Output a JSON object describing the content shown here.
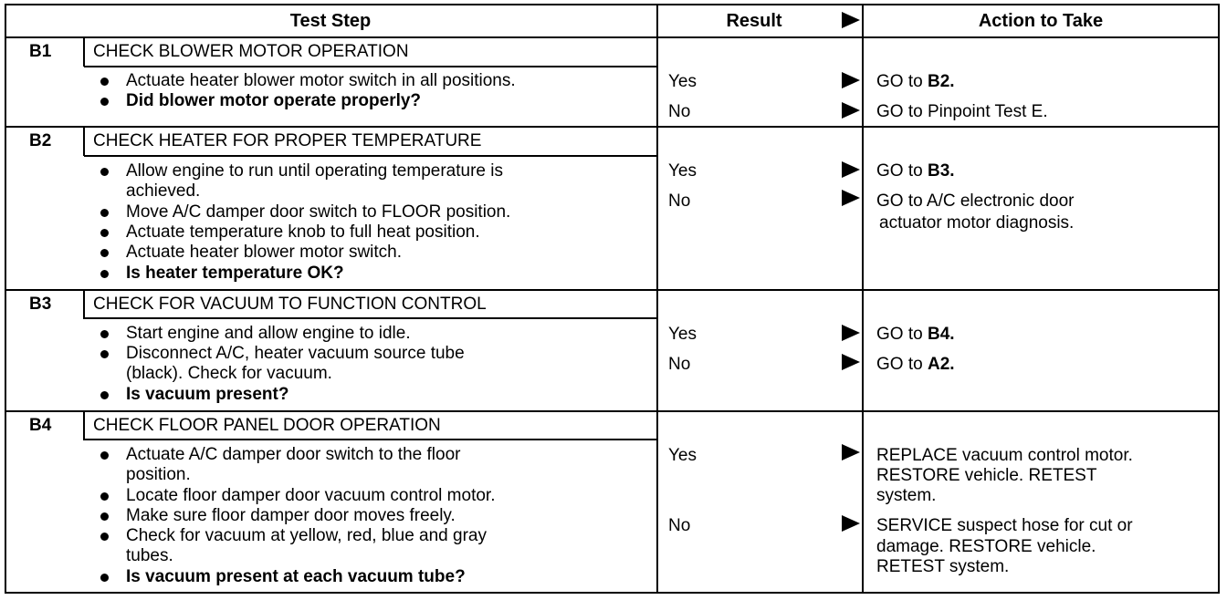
{
  "header": {
    "test_step": "Test Step",
    "result": "Result",
    "action": "Action to Take"
  },
  "steps": [
    {
      "id": "B1",
      "title": "CHECK BLOWER MOTOR OPERATION",
      "bullets": [
        "Actuate heater blower motor switch in all positions.",
        "Did blower motor operate properly?"
      ],
      "results": [
        "Yes",
        "No"
      ],
      "actions": [
        {
          "pre": "GO to ",
          "bold": "B2."
        },
        {
          "pre": "GO to Pinpoint Test E.",
          "bold": ""
        }
      ]
    },
    {
      "id": "B2",
      "title": "CHECK HEATER FOR PROPER TEMPERATURE",
      "bullets": [
        "Allow engine to run until operating temperature is",
        "achieved.",
        "Move A/C damper door switch to FLOOR position.",
        "Actuate temperature knob to full heat position.",
        "Actuate heater blower motor switch.",
        "Is heater temperature OK?"
      ],
      "results": [
        "Yes",
        "No"
      ],
      "actions": [
        {
          "pre": "GO to ",
          "bold": "B3."
        },
        {
          "pre": "GO to A/C electronic door",
          "bold": ""
        },
        {
          "pre": "actuator motor diagnosis.",
          "bold": ""
        }
      ]
    },
    {
      "id": "B3",
      "title": "CHECK FOR VACUUM TO FUNCTION CONTROL",
      "bullets": [
        "Start engine and allow engine to idle.",
        "Disconnect A/C, heater vacuum source tube",
        "(black). Check for vacuum.",
        "Is vacuum present?"
      ],
      "results": [
        "Yes",
        "No"
      ],
      "actions": [
        {
          "pre": "GO to ",
          "bold": "B4."
        },
        {
          "pre": "GO to ",
          "bold": "A2."
        }
      ]
    },
    {
      "id": "B4",
      "title": "CHECK FLOOR PANEL DOOR OPERATION",
      "bullets": [
        "Actuate A/C damper door switch to the floor",
        "position.",
        "Locate floor damper door vacuum control motor.",
        "Make sure floor damper door moves freely.",
        "Check for vacuum at yellow, red, blue and gray",
        "tubes.",
        "Is vacuum present at each vacuum tube?"
      ],
      "results": [
        "Yes",
        "No"
      ],
      "actions": [
        {
          "pre": "REPLACE vacuum control motor.",
          "bold": ""
        },
        {
          "pre": "RESTORE vehicle. RETEST",
          "bold": ""
        },
        {
          "pre": "system.",
          "bold": ""
        },
        {
          "pre": "SERVICE suspect hose for cut or",
          "bold": ""
        },
        {
          "pre": "damage. RESTORE vehicle.",
          "bold": ""
        },
        {
          "pre": "RETEST system.",
          "bold": ""
        }
      ]
    }
  ]
}
